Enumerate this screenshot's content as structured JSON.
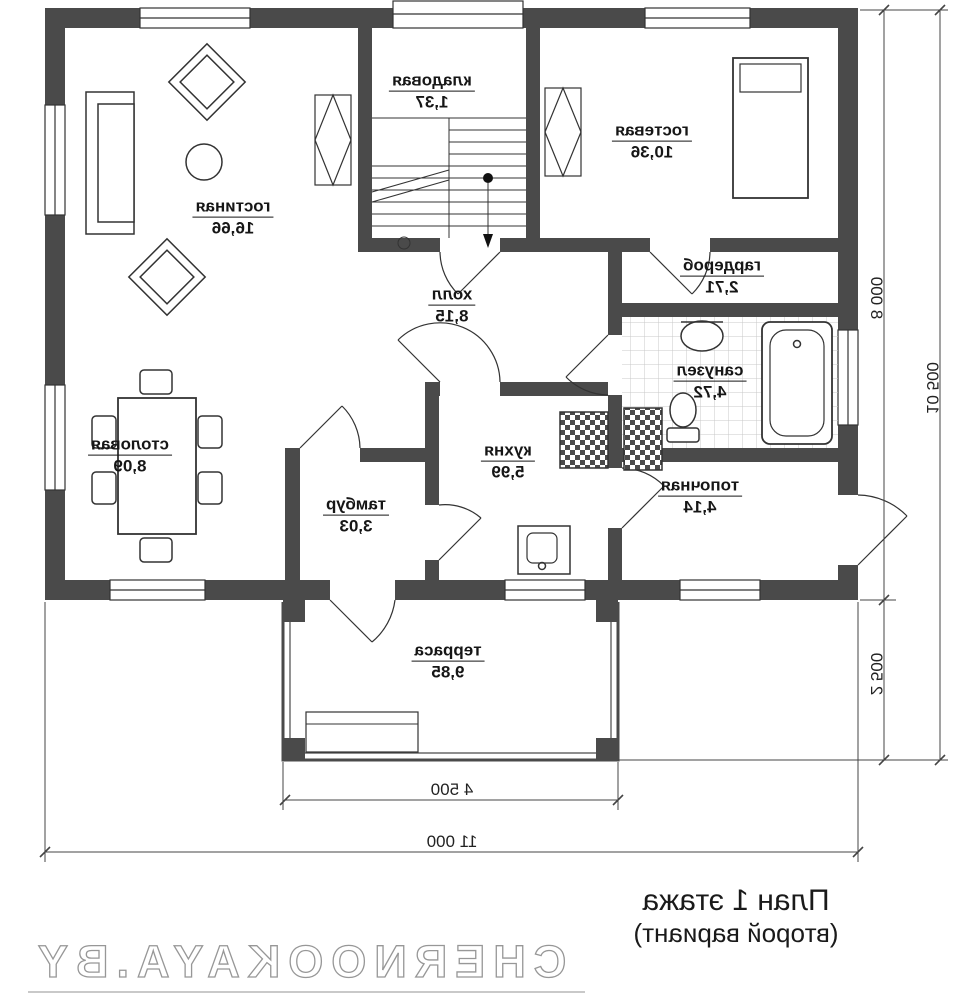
{
  "rooms": [
    {
      "name": "гостиная",
      "area": "16,66"
    },
    {
      "name": "кладовая",
      "area": "1,37"
    },
    {
      "name": "гостевая",
      "area": "10,36"
    },
    {
      "name": "гардероб",
      "area": "2,71"
    },
    {
      "name": "санузел",
      "area": "4,72"
    },
    {
      "name": "холл",
      "area": "8,15"
    },
    {
      "name": "столовая",
      "area": "8,09"
    },
    {
      "name": "кухня",
      "area": "5,99"
    },
    {
      "name": "тамбур",
      "area": "3,03"
    },
    {
      "name": "топочная",
      "area": "4,14"
    },
    {
      "name": "терраса",
      "area": "9,85"
    }
  ],
  "dimensions": {
    "right_top": "8 000",
    "right_bottom": "2 500",
    "right_total": "10 500",
    "terrace_width": "4 500",
    "total_width": "11 000"
  },
  "title": {
    "line1": "План 1 этажа",
    "line2": "(второй вариант)"
  },
  "watermark": "CHERNOOKAYA.BY",
  "colors": {
    "wall": "#4a4a4a",
    "text": "#161616"
  }
}
